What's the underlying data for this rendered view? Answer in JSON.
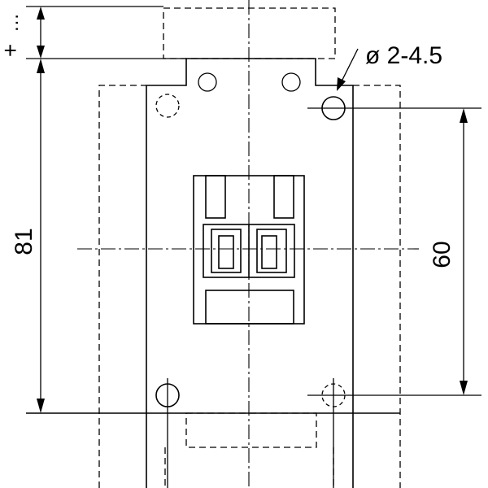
{
  "drawing": {
    "hole_label": "ø 2-4.5",
    "height_label": "81",
    "spacing_label": "60",
    "tolerance_label": "+",
    "tolerance_dots": "…"
  },
  "colors": {
    "ink": "#000000",
    "paper": "#ffffff"
  }
}
